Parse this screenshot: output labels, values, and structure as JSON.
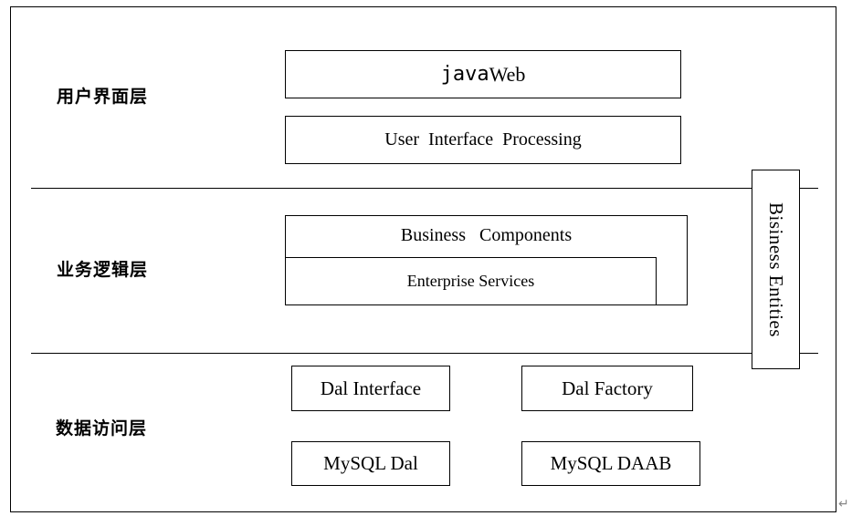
{
  "layers": {
    "ui": "用户界面层",
    "business": "业务逻辑层",
    "data": "数据访问层"
  },
  "boxes": {
    "javaweb_prefix": "java",
    "javaweb_suffix": "Web",
    "ui_processing": "User  Interface  Processing",
    "business_components": "Business   Components",
    "enterprise_services": "Enterprise Services",
    "dal_interface": "Dal Interface",
    "dal_factory": "Dal Factory",
    "mysql_dal": "MySQL Dal",
    "mysql_daab": "MySQL DAAB",
    "business_entities": "Bisiness Entities"
  },
  "glyphs": {
    "return_mark": "↵"
  }
}
